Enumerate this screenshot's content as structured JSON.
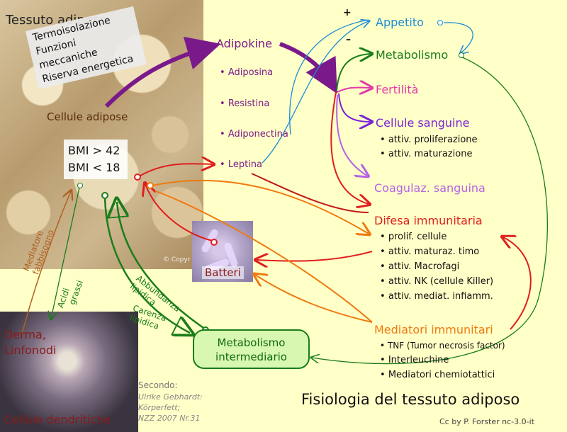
{
  "panels": {
    "fat_title": "Tessuto adiposo",
    "fat_functions": [
      "Termoisolazione",
      "Funzioni meccaniche",
      "Riserva energetica"
    ],
    "fat_cells": "Cellule adipose",
    "bmi": [
      "BMI > 42",
      "BMI < 18"
    ],
    "dendritic_title": [
      "Derma,",
      "Linfonodi"
    ],
    "dendritic_cells": "Cellule dendritiche",
    "bacteria": "Batteri"
  },
  "adipokine": {
    "title": "Adipokine",
    "items": [
      "Adiposina",
      "Resistina",
      "Adiponectina",
      "Leptina"
    ]
  },
  "targets": {
    "plus": "+",
    "minus": "–",
    "appetite": "Appetito",
    "metabolism": "Metabolismo",
    "fertility": "Fertilità",
    "blood_cells": "Cellule sanguine",
    "blood_items": [
      "attiv. proliferazione",
      "attiv. maturazione"
    ],
    "coagulation": "Coagulaz. sanguina",
    "immune_defense": "Difesa immunitaria",
    "immune_items": [
      "prolif. cellule",
      "attiv. maturaz. timo",
      "attiv. Macrofagi",
      "attiv. NK (cellule Killer)",
      "attiv. mediat. infiamm."
    ],
    "immune_mediators": "Mediatori immunitari",
    "mediator_items": [
      "TNF (Tumor necrosis factor)",
      "Interleuchine",
      "Mediatori chemiotattici"
    ]
  },
  "arrow_labels": {
    "mediator": [
      "Mediatore",
      "fabbisogno"
    ],
    "fatty_acids": [
      "Acidi",
      "grassi"
    ],
    "lipid_abundance": [
      "Abbundanza",
      "lipidica"
    ],
    "lipid_shortage": [
      "Carenza",
      "lipidica"
    ]
  },
  "metab_box": [
    "Metabolismo",
    "intermediario"
  ],
  "source": {
    "label": "Secondo:",
    "lines": [
      "Ulrike Gebhardt:",
      "Körperfett;",
      "NZZ 2007 Nr.31"
    ]
  },
  "main_title": "Fisiologia del tessuto adiposo",
  "credit": "Cc by P. Forster nc-3.0-it",
  "photo_credit": "© Copyr",
  "colors": {
    "background": "#ffffc8",
    "purple": "#7a1a8a",
    "blue": "#1a8bd8",
    "green": "#1a7d1a",
    "pink": "#e23aa9",
    "violet": "#7a22d6",
    "lilac": "#b464e6",
    "red": "#e01e1e",
    "orange": "#ee7a10"
  }
}
